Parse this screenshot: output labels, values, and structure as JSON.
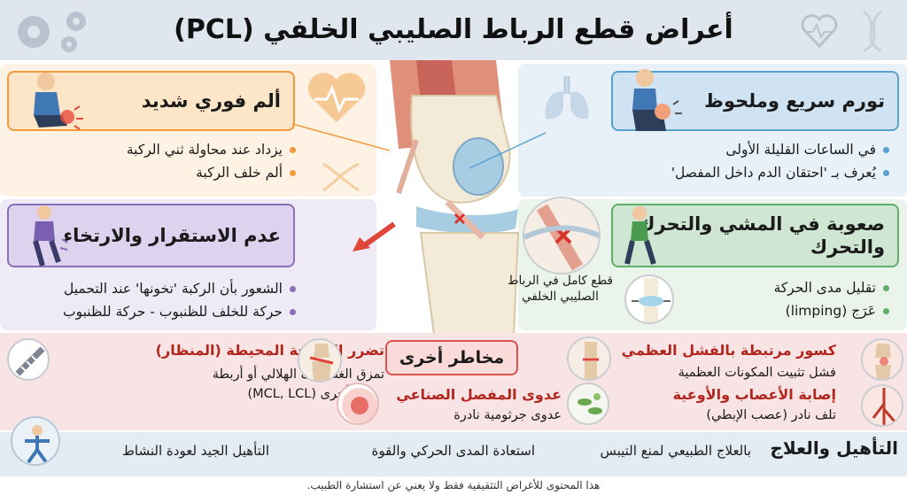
{
  "title": "أعراض قطع الرباط الصليبي الخلفي (PCL)",
  "colors": {
    "orange": "#f29a3c",
    "blue": "#5aa0cf",
    "purple": "#8b6fb8",
    "green": "#5fae6a",
    "red": "#d9534f",
    "risk_bg": "#f8e4e4"
  },
  "symptoms": {
    "pain": {
      "heading": "ألم فوري شديد",
      "bullets": [
        "يزداد عند محاولة ثني الركبة",
        "ألم خلف الركبة"
      ]
    },
    "swelling": {
      "heading": "تورم سريع وملحوظ",
      "bullets": [
        "في الساعات القليلة الأولى",
        "يُعرف بـ 'احتقان الدم داخل المفصل'"
      ]
    },
    "instability": {
      "heading": "عدم الاستقرار والارتخاء",
      "bullets": [
        "الشعور بأن الركبة 'تخونها' عند التحميل",
        "حركة للخلف للظنبوب - حركة للظنبوب"
      ]
    },
    "walking": {
      "heading_line1": "صعوبة في المشي والتحرك",
      "heading_line2": "والتحرك",
      "bullets": [
        "تقليل مدى الحركة",
        "عَرَج (limping)"
      ]
    }
  },
  "tear_caption": "قطع كامل في الرباط الصليبي الخلفي",
  "risks": {
    "heading": "مخاطر أخرى",
    "tissue": {
      "title": "تضرر الأنسجة المحيطة (المنظار)",
      "line1": "تمزق الغضروف الهلالي أو أربطة",
      "line2": "أخرى (MCL, LCL)"
    },
    "fracture": {
      "title": "كسور مرتبطة بالفشل العظمي",
      "line1": "فشل تثبيت المكونات العظمية"
    },
    "infection": {
      "title": "عدوى المفصل الصناعي",
      "line1": "عدوى جرثومية نادرة"
    },
    "nerve": {
      "title": "إصابة الأعصاب والأوعية",
      "line1": "تلف نادر (عصب الإبطي)"
    }
  },
  "rehab": {
    "heading": "التأهيل والعلاج",
    "item1": "بالعلاج الطبيعي لمنع التيبس",
    "item2": "استعادة المدى الحركي والقوة",
    "item3": "التأهيل الجيد لعودة النشاط"
  },
  "footer": "هذا المحتوى للأغراض التثقيفية فقط ولا يغني عن استشارة الطبيب."
}
